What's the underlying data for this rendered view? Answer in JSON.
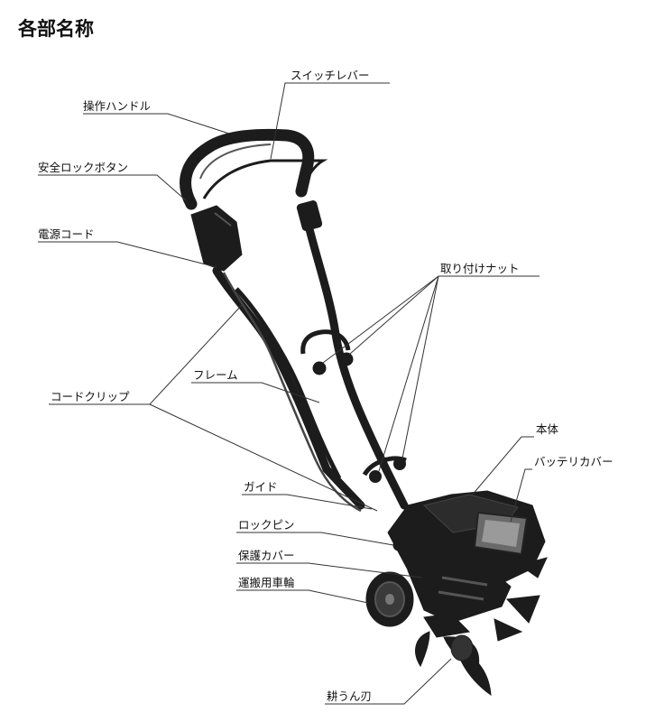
{
  "title": "各部名称",
  "labels": {
    "switch_lever": "スイッチレバー",
    "handle": "操作ハンドル",
    "safety_lock_button": "安全ロックボタン",
    "power_cord": "電源コード",
    "mounting_nut": "取り付けナット",
    "cord_clip": "コードクリップ",
    "frame": "フレーム",
    "body": "本体",
    "battery_cover": "バッテリカバー",
    "guide": "ガイド",
    "lock_pin": "ロックピン",
    "guard_cover": "保護カバー",
    "transport_wheel": "運搬用車輪",
    "tiller_blade": "耕うん刃"
  },
  "colors": {
    "ink": "#111111",
    "machine": "#1c1c1c",
    "leader": "#333333"
  }
}
